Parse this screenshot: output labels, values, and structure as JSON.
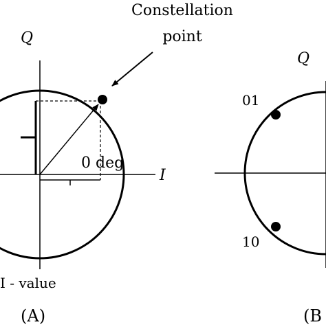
{
  "panel_a": {
    "annotation": "Constellation",
    "annotation_line2": "point",
    "q_axis": "Q",
    "i_axis": "I",
    "angle_label": "0 deg",
    "i_value_label": "I - value",
    "caption": "(A)"
  },
  "panel_b": {
    "q_axis": "Q",
    "point_upper_label": "01",
    "point_lower_label": "10",
    "caption": "(B"
  },
  "colors": {
    "ink": "#000000",
    "background": "#ffffff"
  }
}
